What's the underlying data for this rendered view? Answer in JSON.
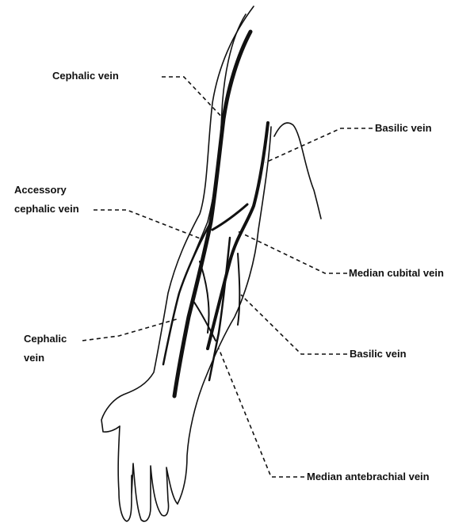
{
  "labels": {
    "cephalic_vein_upper": "Cephalic vein",
    "basilic_vein_upper": "Basilic vein",
    "accessory_cephalic_line1": "Accessory",
    "accessory_cephalic_line2": "cephalic vein",
    "median_cubital_vein": "Median cubital vein",
    "cephalic_vein_lower_line1": "Cephalic",
    "cephalic_vein_lower_line2": "vein",
    "basilic_vein_lower": "Basilic vein",
    "median_antebrachial_vein": "Median antebrachial vein"
  }
}
